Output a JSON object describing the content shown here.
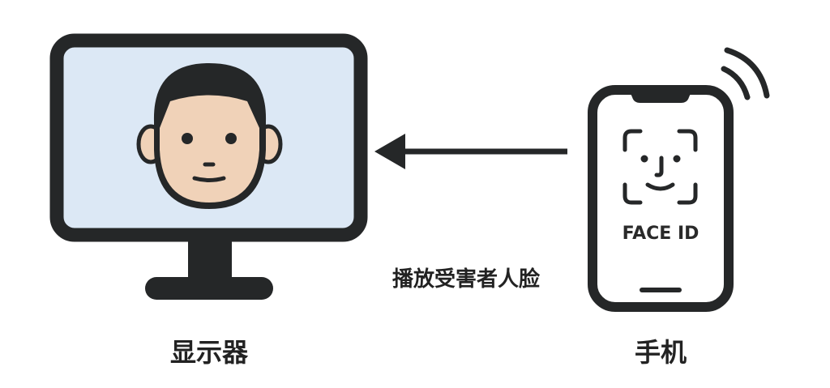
{
  "monitor": {
    "label": "显示器",
    "screen_color": "#dce8f5",
    "skin_color": "#f0d2b8"
  },
  "arrow": {
    "caption": "播放受害者人脸"
  },
  "phone": {
    "label": "手机",
    "screen_text": "FACE ID"
  },
  "colors": {
    "ink": "#252728"
  }
}
